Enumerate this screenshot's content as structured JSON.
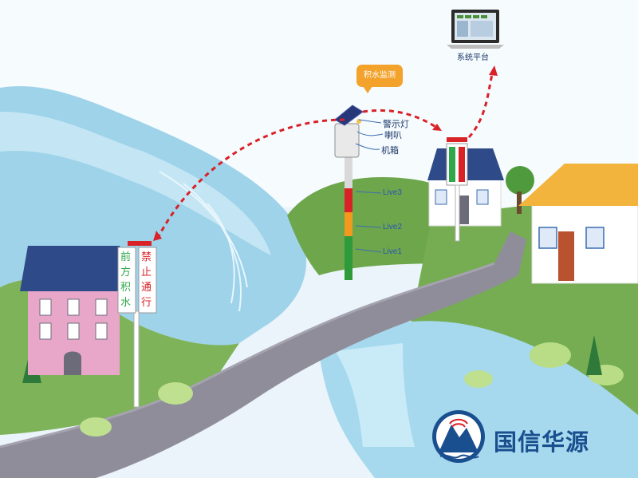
{
  "bubble": "积水监测",
  "callouts": {
    "warning_light": "警示灯",
    "speaker": "喇叭",
    "cabinet": "机箱"
  },
  "levels": [
    "Live3",
    "Live2",
    "Live1"
  ],
  "platform": "系统平台",
  "sign_left": [
    "前方积水",
    "禁止通行"
  ],
  "brand": "国信华源",
  "colors": {
    "sky": "#e6f3fa",
    "river": "#9ed3ea",
    "grass": "#6aa84f",
    "road": "#8e8c99",
    "arrow": "#d92128",
    "bubble": "#f3a22c",
    "brand": "#1a4f8f"
  }
}
